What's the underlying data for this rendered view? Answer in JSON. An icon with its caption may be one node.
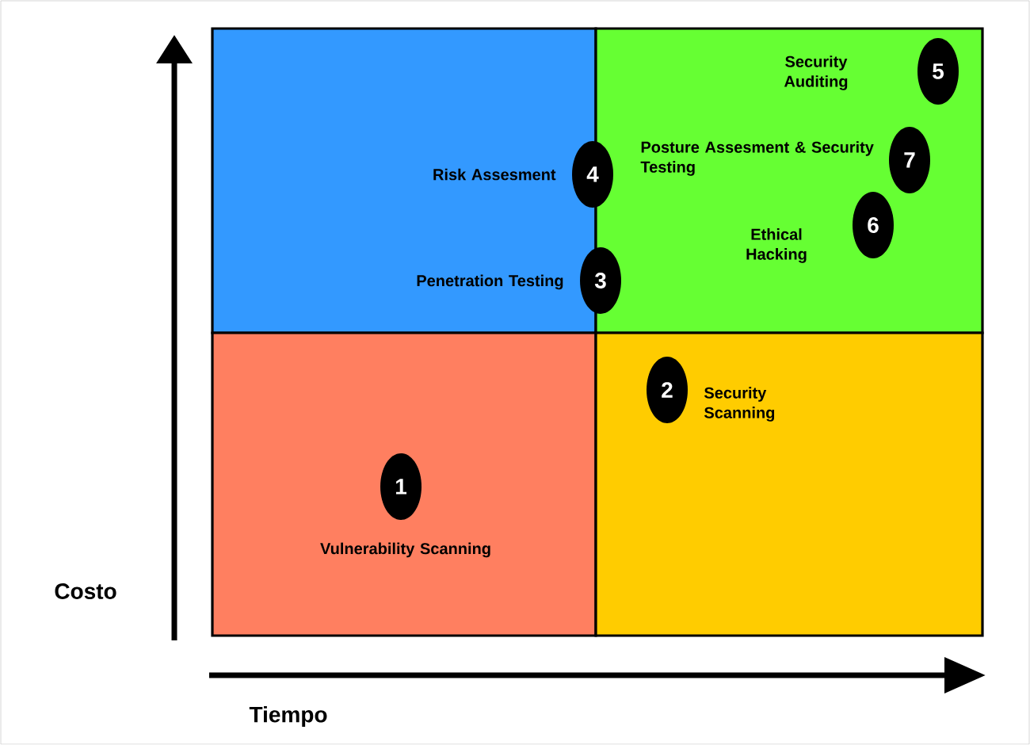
{
  "diagram": {
    "nodes": [
      {
        "text": [],
        "shape": "box"
      },
      {
        "text": [],
        "shape": "box"
      },
      {
        "text": [],
        "shape": "box"
      },
      {
        "text": [],
        "shape": "box"
      },
      {
        "text": [
          "5"
        ],
        "in": 1
      },
      {
        "text": [
          "7"
        ],
        "in": 1
      },
      {
        "text": [
          "4"
        ]
      },
      {
        "text": [
          "6"
        ],
        "in": 1
      },
      {
        "text": [
          "3"
        ]
      },
      {
        "text": [
          "2"
        ],
        "in": 3
      },
      {
        "text": [
          "1"
        ],
        "in": 2
      }
    ],
    "labels": [
      "Security Auditing",
      "Posture Assesment & Security Testing",
      "Risk Assesment",
      "Ethical Hacking",
      "Penetration Testing",
      "Security Scanning",
      "Vulnerability Scanning",
      "Costo",
      "Tiempo"
    ]
  }
}
